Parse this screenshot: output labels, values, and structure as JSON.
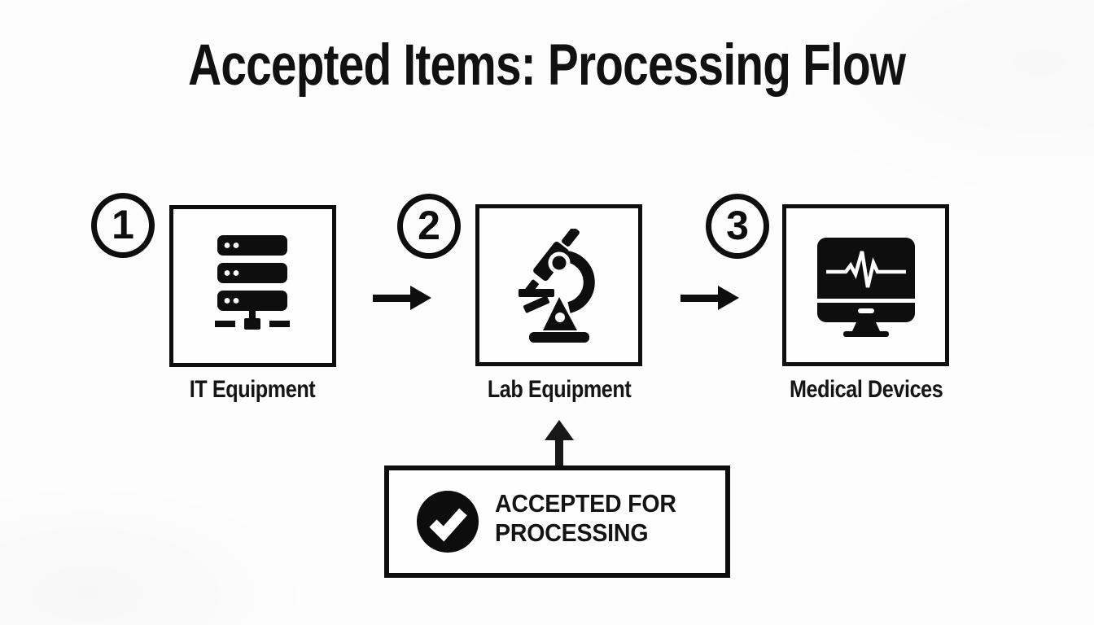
{
  "title": "Accepted Items: Processing Flow",
  "steps": [
    {
      "number": "1",
      "label": "IT Equipment",
      "icon": "server-rack-icon"
    },
    {
      "number": "2",
      "label": "Lab Equipment",
      "icon": "microscope-icon"
    },
    {
      "number": "3",
      "label": "Medical Devices",
      "icon": "monitor-ekg-icon"
    }
  ],
  "connectors": {
    "step1_to_step2": "right-arrow",
    "step2_to_step3": "right-arrow",
    "badge_to_step2": "up-arrow"
  },
  "accepted_badge": {
    "icon": "check-circle-icon",
    "line1": "ACCEPTED FOR",
    "line2": "PROCESSING"
  },
  "colors": {
    "ink": "#0e0e0e",
    "background": "#fdfdfe"
  }
}
